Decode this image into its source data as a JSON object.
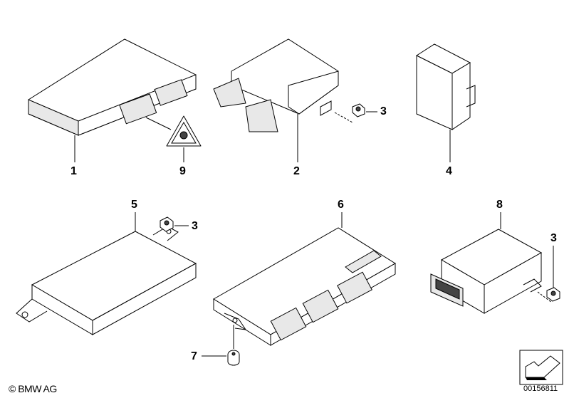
{
  "callouts": {
    "part1": "1",
    "part9": "9",
    "part2": "2",
    "part3a": "3",
    "part4": "4",
    "part5": "5",
    "part3b": "3",
    "part6": "6",
    "part8": "8",
    "part3c": "3",
    "part7": "7"
  },
  "footer": {
    "copyright": "© BMW AG",
    "diagram_code": "00156811"
  }
}
